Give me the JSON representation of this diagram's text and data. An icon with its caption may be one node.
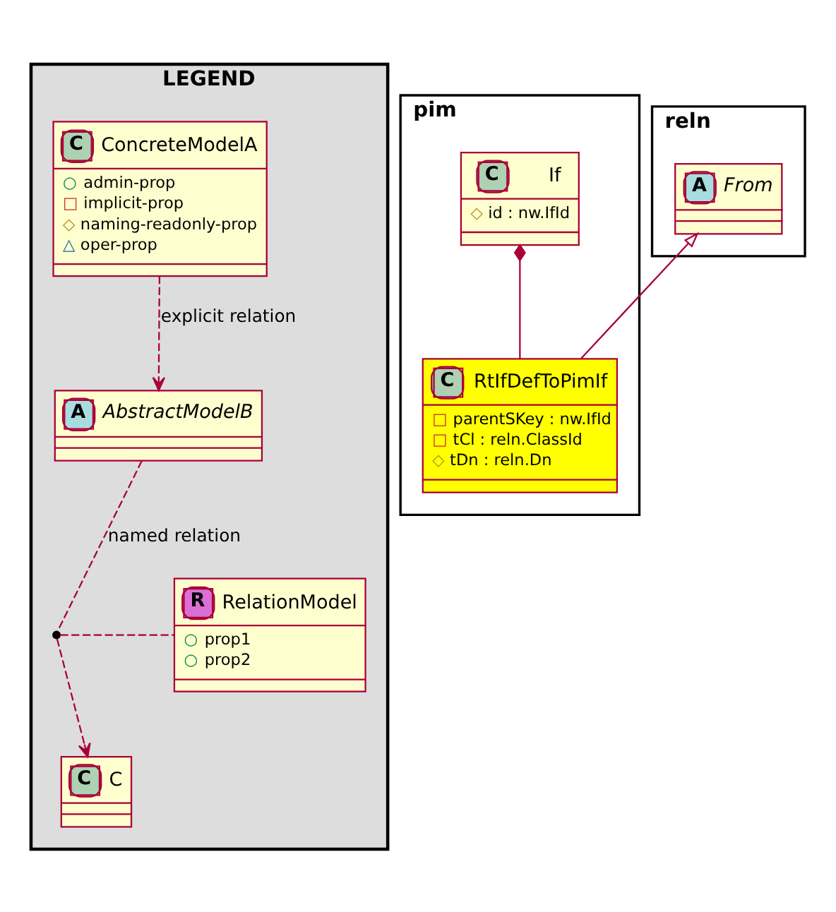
{
  "diagram": {
    "nodes": [
      {
        "text": [
          "LEGEND"
        ]
      },
      {
        "text": [
          "C",
          "ConcreteModelA",
          "○ admin-prop",
          "□ implicit-prop",
          "◇ naming-readonly-prop",
          "△ oper-prop"
        ],
        "in": 0
      },
      {
        "text": [
          "A",
          "AbstractModelB"
        ],
        "in": 0
      },
      {
        "text": [],
        "shape": "dot",
        "in": 0
      },
      {
        "text": [
          "R",
          "RelationModel",
          "○ prop1",
          "○ prop2"
        ],
        "in": 0
      },
      {
        "text": [
          "C",
          "C"
        ],
        "in": 0
      },
      {
        "text": [
          "pim"
        ]
      },
      {
        "text": [
          "C",
          "If",
          "◇ id : nw.IfId"
        ],
        "in": 6
      },
      {
        "text": [
          "C",
          "RtIfDefToPimIf",
          "□ parentSKey : nw.IfId",
          "□ tCl : reln.ClassId",
          "◇ tDn : reln.Dn"
        ],
        "in": 6
      },
      {
        "text": [
          "reln"
        ]
      },
      {
        "text": [
          "A",
          "From"
        ],
        "in": 9
      }
    ],
    "edges": [
      {
        "from": 1,
        "to": 2,
        "arrow": "to",
        "style": "dashed",
        "label": "explicit relation"
      },
      {
        "from": 2,
        "to": 3,
        "arrow": "none",
        "style": "dashed",
        "label": "named relation"
      },
      {
        "from": 3,
        "to": 5,
        "arrow": "to",
        "style": "dashed"
      },
      {
        "from": 3,
        "to": 4,
        "arrow": "none",
        "style": "dashed"
      },
      {
        "from": 7,
        "to": 8,
        "arrow": "other"
      },
      {
        "from": 8,
        "to": 10,
        "arrow": "to"
      }
    ]
  }
}
